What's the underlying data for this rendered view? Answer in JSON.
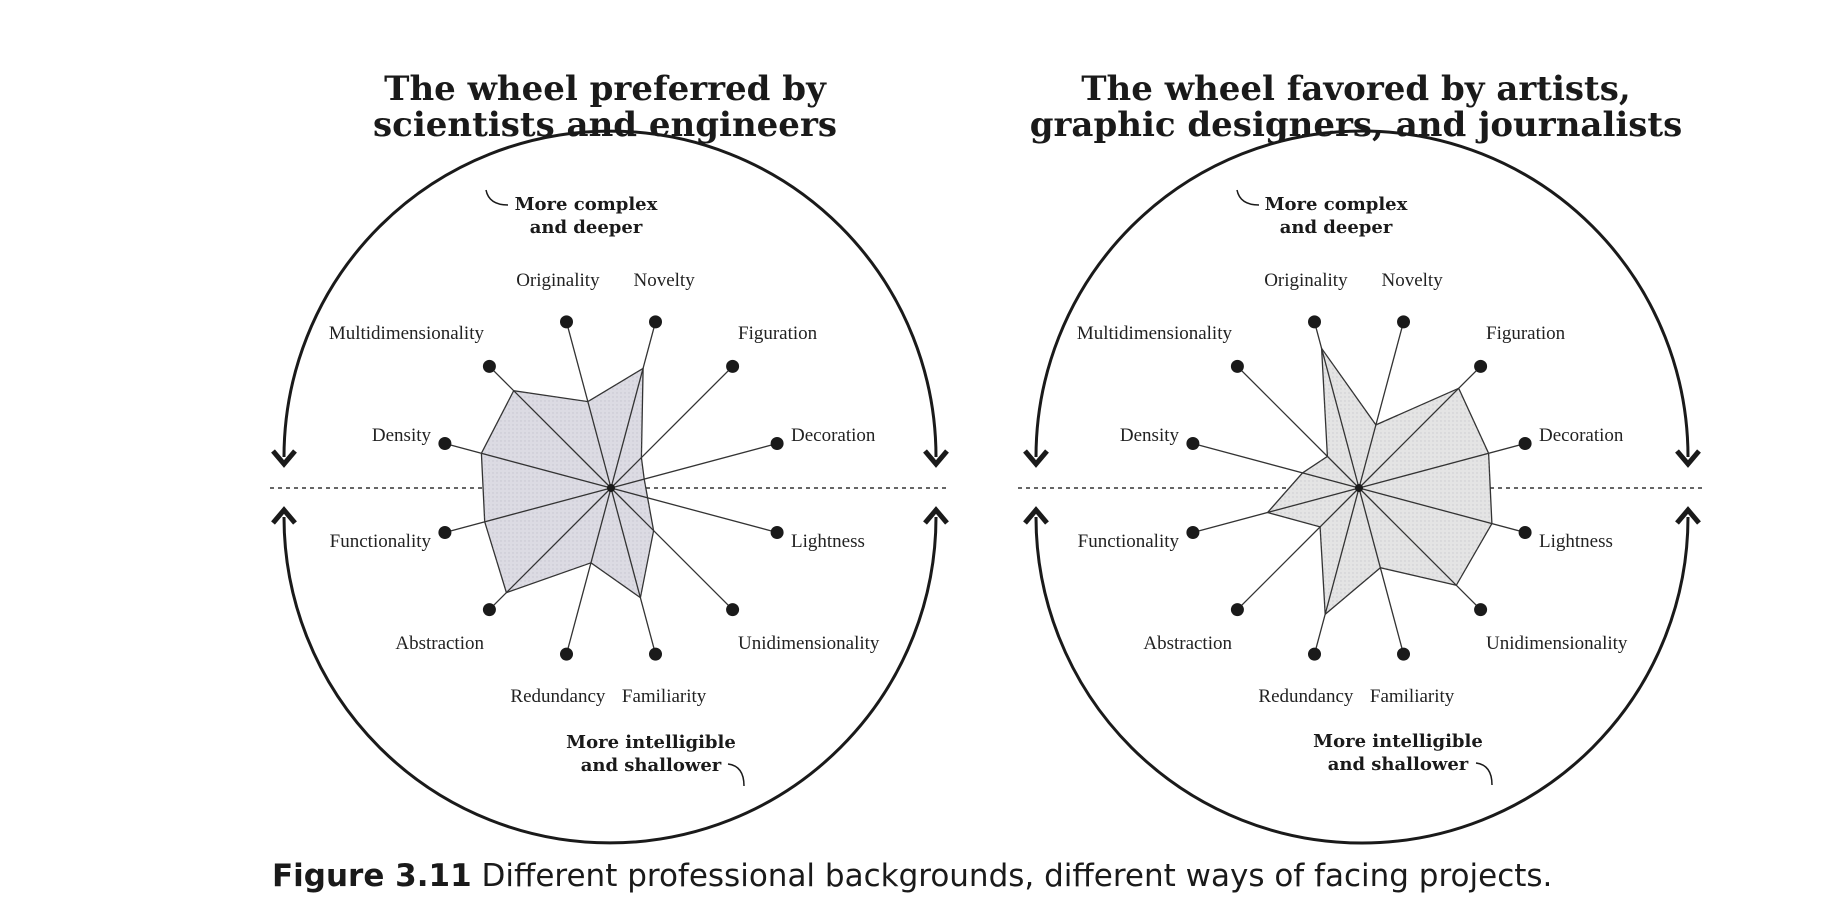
{
  "wheels": [
    {
      "title_line1": "The wheel preferred by",
      "title_line2": "scientists and engineers",
      "top_note_line1": "More complex",
      "top_note_line2": "and deeper",
      "bottom_note_line1": "More intelligible",
      "bottom_note_line2": "and shallower",
      "axes": [
        {
          "label": "Density",
          "value": 0.78
        },
        {
          "label": "Multidimensionality",
          "value": 0.8
        },
        {
          "label": "Originality",
          "value": 0.52
        },
        {
          "label": "Novelty",
          "value": 0.72
        },
        {
          "label": "Figuration",
          "value": 0.25
        },
        {
          "label": "Decoration",
          "value": 0.2
        },
        {
          "label": "Lightness",
          "value": 0.22
        },
        {
          "label": "Unidimensionality",
          "value": 0.35
        },
        {
          "label": "Familiarity",
          "value": 0.66
        },
        {
          "label": "Redundancy",
          "value": 0.45
        },
        {
          "label": "Abstraction",
          "value": 0.86
        },
        {
          "label": "Functionality",
          "value": 0.76
        }
      ]
    },
    {
      "title_line1": "The wheel favored by artists,",
      "title_line2": "graphic designers, and journalists",
      "top_note_line1": "More complex",
      "top_note_line2": "and deeper",
      "bottom_note_line1": "More intelligible",
      "bottom_note_line2": "and shallower",
      "axes": [
        {
          "label": "Density",
          "value": 0.34
        },
        {
          "label": "Multidimensionality",
          "value": 0.26
        },
        {
          "label": "Originality",
          "value": 0.84
        },
        {
          "label": "Novelty",
          "value": 0.38
        },
        {
          "label": "Figuration",
          "value": 0.82
        },
        {
          "label": "Decoration",
          "value": 0.78
        },
        {
          "label": "Lightness",
          "value": 0.8
        },
        {
          "label": "Unidimensionality",
          "value": 0.8
        },
        {
          "label": "Familiarity",
          "value": 0.48
        },
        {
          "label": "Redundancy",
          "value": 0.76
        },
        {
          "label": "Abstraction",
          "value": 0.32
        },
        {
          "label": "Functionality",
          "value": 0.55
        }
      ]
    }
  ],
  "caption_bold": "Figure 3.11",
  "caption_text": " Different professional backgrounds, different ways of facing projects.",
  "colors": {
    "ink": "#1a1a1a",
    "fill_left": "#dcdbe3",
    "fill_right": "#e4e4e4"
  }
}
